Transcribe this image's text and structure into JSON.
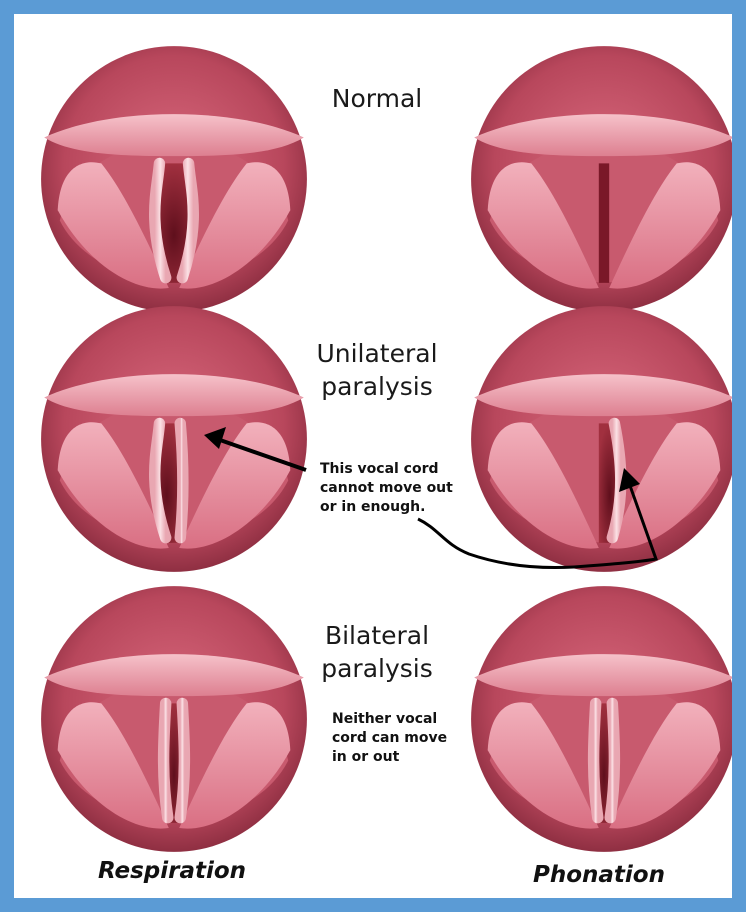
{
  "rows": [
    {
      "key": "normal",
      "title_lines": [
        "Normal"
      ],
      "note_lines": []
    },
    {
      "key": "unilateral",
      "title_lines": [
        "Unilateral",
        "paralysis"
      ],
      "note_lines": [
        "This vocal cord",
        "cannot move out",
        "or in enough."
      ]
    },
    {
      "key": "bilateral",
      "title_lines": [
        "Bilateral",
        "paralysis"
      ],
      "note_lines": [
        "Neither vocal",
        "cord can move",
        "in or out"
      ]
    }
  ],
  "columns": {
    "left": "Respiration",
    "right": "Phonation"
  },
  "colors": {
    "border": "#5b9bd5",
    "tissue_dark": "#b54659",
    "tissue_mid": "#dc7488",
    "tissue_light": "#f4b9c2",
    "cord": "#f9d4da",
    "opening": "#7a1828",
    "arrow": "#000000"
  },
  "icons": {
    "arrow": "arrow-icon"
  }
}
